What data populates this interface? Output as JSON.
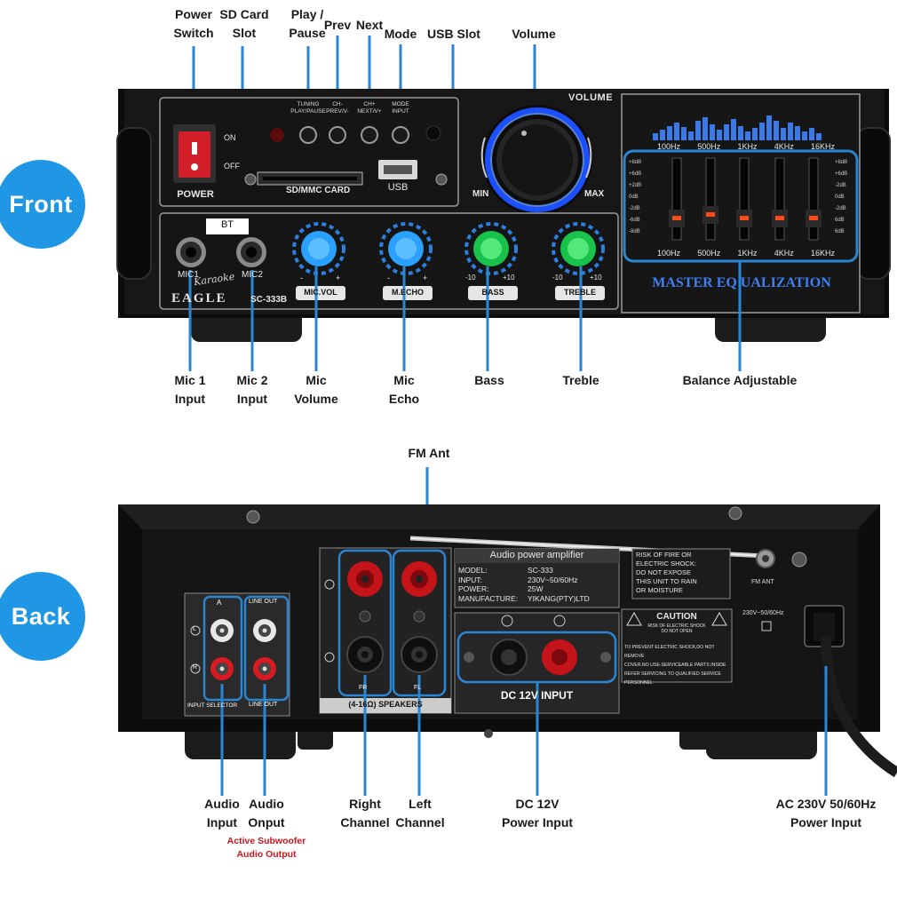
{
  "sections": {
    "front_badge": "Front",
    "back_badge": "Back"
  },
  "front_labels": {
    "power_switch": [
      "Power",
      "Switch"
    ],
    "sd_card_slot": [
      "SD  Card",
      "Slot"
    ],
    "play_pause": [
      "Play /",
      "Pause"
    ],
    "prev": "Prev",
    "next": "Next",
    "mode": "Mode",
    "usb_slot": "USB Slot",
    "volume": "Volume",
    "mic1_input": [
      "Mic 1",
      "Input"
    ],
    "mic2_input": [
      "Mic 2",
      "Input"
    ],
    "mic_volume": [
      "Mic",
      "Volume"
    ],
    "mic_echo": [
      "Mic",
      "Echo"
    ],
    "bass": "Bass",
    "treble": "Treble",
    "balance": "Balance Adjustable"
  },
  "back_labels": {
    "fm_ant": "FM Ant",
    "audio_input": [
      "Audio",
      "Input"
    ],
    "audio_output": [
      "Audio",
      "Onput"
    ],
    "subwoofer_note": [
      "Active Subwoofer",
      "Audio Output"
    ],
    "right_channel": [
      "Right",
      "Channel"
    ],
    "left_channel": [
      "Left",
      "Channel"
    ],
    "dc_power": [
      "DC 12V",
      "Power Input"
    ],
    "ac_power": [
      "AC 230V 50/60Hz",
      "Power Input"
    ]
  },
  "front_panel": {
    "power": "POWER",
    "on": "ON",
    "off": "OFF",
    "tuning": [
      "TUNING",
      "PLAY/PAUSE"
    ],
    "ch_minus": [
      "CH-",
      "PREV/V-"
    ],
    "ch_plus": [
      "CH+",
      "NEXT/V+"
    ],
    "mode_input": [
      "MODE",
      "INPUT"
    ],
    "sd_mmc": "SD/MMC CARD",
    "usb": "USB",
    "volume": "VOLUME",
    "min": "MIN",
    "max": "MAX",
    "bt": "BT",
    "mic1": "MIC1",
    "mic2": "MIC2",
    "brand_script": "Karaoke",
    "brand": "EAGLE",
    "model": "SC-333B",
    "knobs": [
      "MIC.VOL",
      "M.ECHO",
      "BASS",
      "TREBLE"
    ],
    "knob_marks": [
      "-",
      "+",
      "-",
      "+",
      "-10",
      "+10",
      "-10",
      "+10"
    ],
    "eq_freqs": [
      "100Hz",
      "500Hz",
      "1KHz",
      "4KHz",
      "16KHz"
    ],
    "eq_db_left": [
      "+8dB",
      "+6dB",
      "+2dB",
      "0dB",
      "-2dB",
      "-6dB",
      "-8dB"
    ],
    "eq_db_right": [
      "+8dB",
      "+6dB",
      "-2dB",
      "0dB",
      "-2dB",
      "6dB",
      "6dB"
    ],
    "eq_title": "MASTER EQ UALIZATION"
  },
  "back_panel": {
    "model_header": "Audio power amplifier",
    "specs": [
      [
        "MODEL:",
        "SC-333"
      ],
      [
        "INPUT:",
        "230V~50/60Hz"
      ],
      [
        "POWER:",
        "25W"
      ],
      [
        "MANUFACTURE:",
        "YIKANG(PTY)LTD"
      ]
    ],
    "warning": [
      "RISK OF FIRE OR",
      "ELECTRIC SHOCK:",
      "DO NOT EXPOSE",
      "THIS UNIT TO RAIN",
      "OR MOISTURE"
    ],
    "caution": "CAUTION",
    "caution_sub": [
      "RISK OF ELECTRIC SHOCK",
      "DO NOT OPEN"
    ],
    "caution_text": [
      "TO PREVENT ELECTRIC SHOCK,DO NOT REMOVE",
      "COVER.NO USE-SERVICEABLE PARTS INSIDE",
      "REFER SERVICING TO QUALIFIED SERVICE",
      "PERSONNEL"
    ],
    "fm_ant": "FM ANT",
    "ac_rating": "230V~50/60Hz",
    "speakers": "(4-16Ω) SPEAKERS",
    "fr": "FR",
    "fl": "FL",
    "dc_input": "DC 12V INPUT",
    "input_selector": "INPUT SELECTOR",
    "line_out": "LINE OUT",
    "a": "A",
    "l": "L",
    "r": "R"
  },
  "colors": {
    "accent_blue": "#2a86d3",
    "badge_blue": "#1f97e5",
    "note_red": "#d0141c",
    "panel_black": "#141414"
  }
}
